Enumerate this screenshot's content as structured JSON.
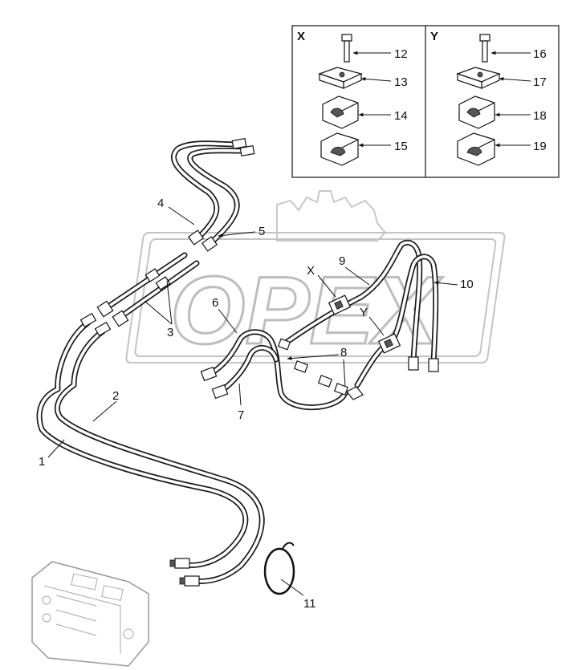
{
  "watermark": {
    "text": "OPEX"
  },
  "insets": [
    {
      "title": "X",
      "callouts": [
        "12",
        "13",
        "14",
        "15"
      ]
    },
    {
      "title": "Y",
      "callouts": [
        "16",
        "17",
        "18",
        "19"
      ]
    }
  ],
  "callouts": {
    "c1": "1",
    "c2": "2",
    "c3": "3",
    "c4": "4",
    "c5": "5",
    "c6": "6",
    "c7": "7",
    "c8": "8",
    "c9": "9",
    "c10": "10",
    "c11": "11"
  },
  "markers": {
    "x": "X",
    "y": "Y"
  }
}
